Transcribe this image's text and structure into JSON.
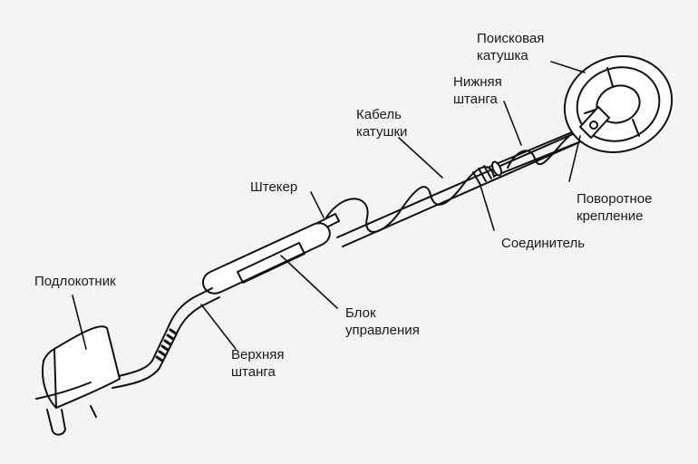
{
  "labels": {
    "search_coil": "Поисковая\nкатушка",
    "lower_rod": "Нижняя\nштанга",
    "coil_cable": "Кабель\nкатушки",
    "plug": "Штекер",
    "swivel_mount": "Поворотное\nкрепление",
    "connector": "Соединитель",
    "armrest": "Подлокотник",
    "control_unit": "Блок\nуправления",
    "upper_rod": "Верхняя\nштанга"
  },
  "colors": {
    "background": "#f4f4f4",
    "line": "#111111",
    "fill": "#ffffff"
  }
}
